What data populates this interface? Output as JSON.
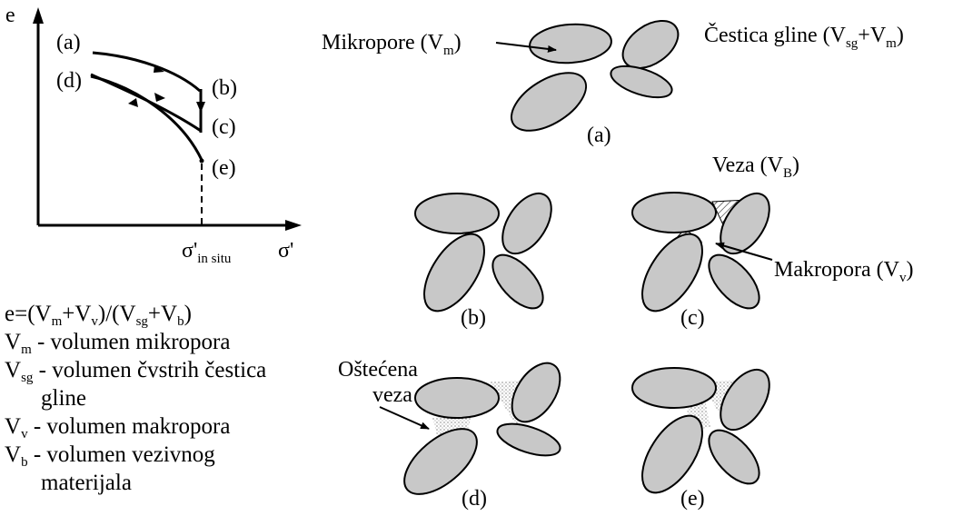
{
  "graph": {
    "y_axis": "e",
    "x_axis": "σ'",
    "points": [
      "(a)",
      "(b)",
      "(c)",
      "(d)",
      "(e)"
    ],
    "tick_main": "σ'",
    "tick_sub": "in situ"
  },
  "legend": {
    "formula": "e=(V_m+V_v)/(V_sg+V_b)",
    "items": [
      {
        "sym": "V",
        "sub": "m",
        "text": " - volumen mikropora"
      },
      {
        "sym": "V",
        "sub": "sg",
        "text": " - volumen čvstrih čestica"
      },
      {
        "cont": "gline"
      },
      {
        "sym": "V",
        "sub": "v",
        "text": " - volumen makropora"
      },
      {
        "sym": "V",
        "sub": "b",
        "text": " - volumen vezivnog"
      },
      {
        "cont": "materijala"
      }
    ]
  },
  "labels": {
    "mikropore": "Mikropore (V",
    "mikropore_sub": "m",
    "cestica": "Čestica gline (V",
    "cestica_sub1": "sg",
    "cestica_mid": "+V",
    "cestica_sub2": "m",
    "veza": "Veza (V",
    "veza_sub": "B",
    "makropora": "Makropora (V",
    "makropora_sub": "v",
    "ostecena_1": "Oštećena",
    "ostecena_2": "veza",
    "close_paren": ")"
  },
  "panels": [
    "(a)",
    "(b)",
    "(c)",
    "(d)",
    "(e)"
  ]
}
